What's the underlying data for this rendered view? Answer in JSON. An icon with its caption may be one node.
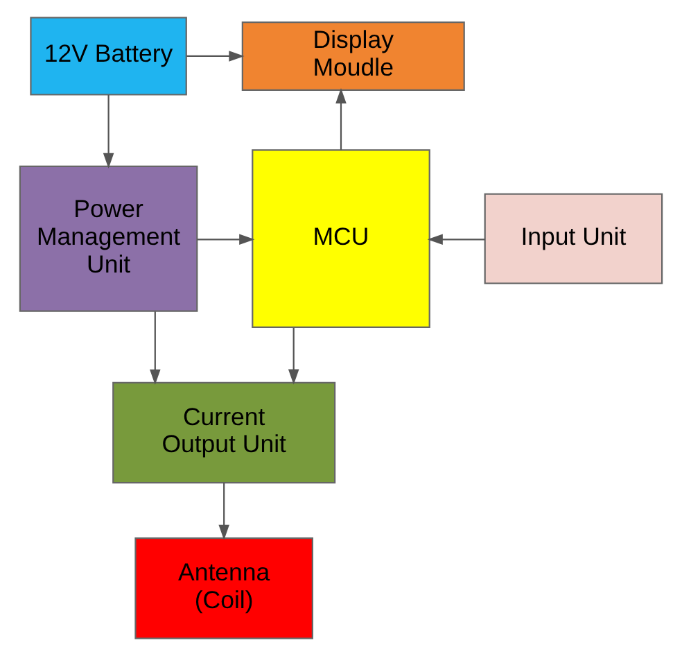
{
  "diagram": {
    "nodes": [
      {
        "text": [
          "12V Battery"
        ]
      },
      {
        "text": [
          "Display Moudle"
        ]
      },
      {
        "text": [
          "Power Management Unit"
        ]
      },
      {
        "text": [
          "MCU"
        ]
      },
      {
        "text": [
          "Input Unit"
        ]
      },
      {
        "text": [
          "Current Output Unit"
        ]
      },
      {
        "text": [
          "Antenna (Coil)"
        ]
      }
    ],
    "edges": [
      {
        "from": 0,
        "to": 1,
        "arrow": "to"
      },
      {
        "from": 0,
        "to": 2,
        "arrow": "to"
      },
      {
        "from": 3,
        "to": 1,
        "arrow": "to"
      },
      {
        "from": 2,
        "to": 3,
        "arrow": "to"
      },
      {
        "from": 4,
        "to": 3,
        "arrow": "to"
      },
      {
        "from": 3,
        "to": 5,
        "arrow": "to"
      },
      {
        "from": 2,
        "to": 5,
        "arrow": "to"
      },
      {
        "from": 5,
        "to": 6,
        "arrow": "to"
      }
    ]
  }
}
